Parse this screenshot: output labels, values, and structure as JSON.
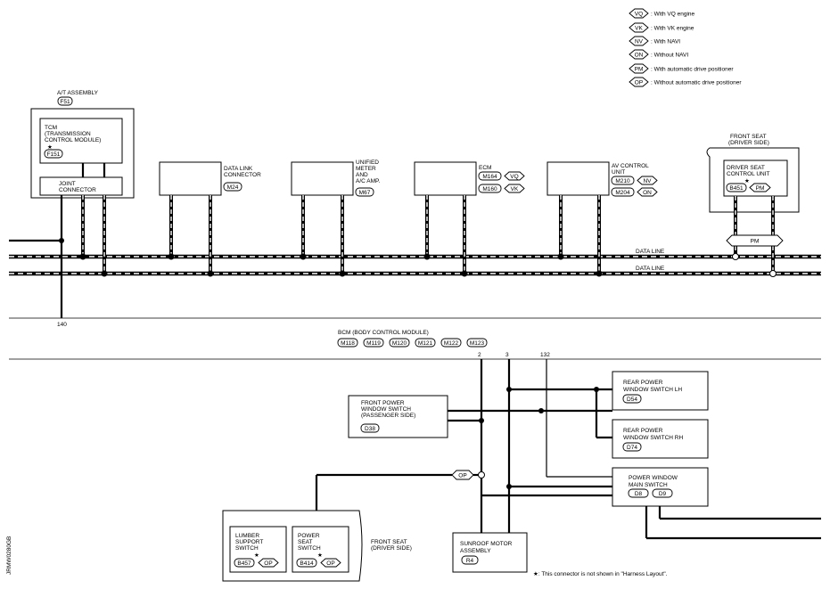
{
  "legend": [
    {
      "code": "VQ",
      "text": ": With VQ engine"
    },
    {
      "code": "VK",
      "text": ": With VK engine"
    },
    {
      "code": "NV",
      "text": ": With NAVI"
    },
    {
      "code": "ON",
      "text": ": Without NAVI"
    },
    {
      "code": "PM",
      "text": ": With automatic drive positioner"
    },
    {
      "code": "OP",
      "text": ": Without automatic drive positioner"
    }
  ],
  "at_assembly": {
    "title": "A/T ASSEMBLY",
    "connector": "F51"
  },
  "tcm": {
    "line1": "TCM",
    "line2": "(TRANSMISSION",
    "line3": "CONTROL MODULE)",
    "star": "★",
    "connector": "F151"
  },
  "joint_connector": {
    "line1": "JOINT",
    "line2": "CONNECTOR"
  },
  "data_link": {
    "line1": "DATA LINK",
    "line2": "CONNECTOR",
    "connector": "M24"
  },
  "unified_meter": {
    "line1": "UNIFIED",
    "line2": "METER",
    "line3": "AND",
    "line4": "A/C AMP.",
    "connector": "M67"
  },
  "ecm": {
    "title": "ECM",
    "c1": "M164",
    "c1_code": "VQ",
    "c2": "M160",
    "c2_code": "VK"
  },
  "av_control": {
    "line1": "AV CONTROL",
    "line2": "UNIT",
    "c1": "M210",
    "c1_code": "NV",
    "c2": "M204",
    "c2_code": "ON"
  },
  "front_seat_top": {
    "line1": "FRONT SEAT",
    "line2": "(DRIVER SIDE)"
  },
  "driver_seat_unit": {
    "line1": "DRIVER SEAT",
    "line2": "CONTROL UNIT",
    "star": "★",
    "connector": "B451",
    "code": "PM"
  },
  "pm_tag": "PM",
  "data_line_labels": [
    "DATA LINE",
    "DATA LINE"
  ],
  "wire_140": "140",
  "bcm": {
    "title": "BCM (BODY CONTROL MODULE)",
    "connectors": [
      "M118",
      "M119",
      "M120",
      "M121",
      "M122",
      "M123"
    ],
    "pins": [
      "2",
      "3",
      "132"
    ]
  },
  "front_power_window": {
    "line1": "FRONT POWER",
    "line2": "WINDOW SWITCH",
    "line3": "(PASSENGER SIDE)",
    "connector": "D38"
  },
  "rear_lh": {
    "line1": "REAR POWER",
    "line2": "WINDOW SWITCH LH",
    "connector": "D54"
  },
  "rear_rh": {
    "line1": "REAR POWER",
    "line2": "WINDOW SWITCH RH",
    "connector": "D74"
  },
  "main_switch": {
    "line1": "POWER WINDOW",
    "line2": "MAIN SWITCH",
    "c1": "D8",
    "c2": "D9"
  },
  "op_tag": "OP",
  "sunroof": {
    "line1": "SUNROOF MOTOR",
    "line2": "ASSEMBLY",
    "connector": "R4"
  },
  "lumber": {
    "line1": "LUMBER",
    "line2": "SUPPORT",
    "line3": "SWITCH",
    "star": "★",
    "connector": "B457",
    "code": "OP"
  },
  "power_seat": {
    "line1": "POWER",
    "line2": "SEAT",
    "line3": "SWITCH",
    "star": "★",
    "connector": "B414",
    "code": "OP"
  },
  "front_seat_bottom": {
    "line1": "FRONT SEAT",
    "line2": "(DRIVER SIDE)"
  },
  "footnote": "★: This connector is not shown in \"Harness Layout\".",
  "figure_id": "JRMW0280GB"
}
